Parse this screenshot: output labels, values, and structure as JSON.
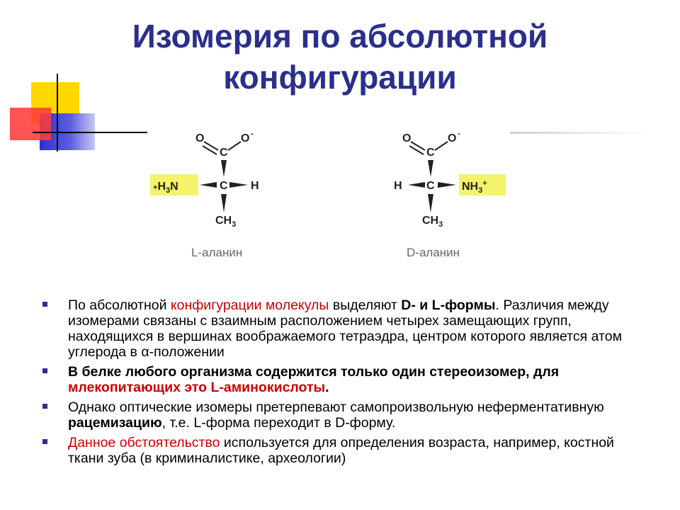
{
  "title": {
    "line1": "Изомерия по абсолютной",
    "line2": "конфигурации"
  },
  "structures": {
    "left": {
      "caption": "L-аланин",
      "carboxyl_o_left": "O",
      "carboxyl_c": "C",
      "carboxyl_o_right": "O",
      "carboxyl_charge": "-",
      "alpha_c": "C",
      "left_group": "+H3N",
      "right_group": "H",
      "bottom_group": "CH3"
    },
    "right": {
      "caption": "D-аланин",
      "carboxyl_o_left": "O",
      "carboxyl_c": "C",
      "carboxyl_o_right": "O",
      "carboxyl_charge": "-",
      "alpha_c": "C",
      "left_group": "H",
      "right_group": "NH3+",
      "bottom_group": "CH3"
    },
    "highlight_color": "#f5f36a"
  },
  "bullets": [
    {
      "p1": "По абсолютной ",
      "p2_red": "конфигурации молекулы",
      "p3": " выделяют ",
      "p4_bold": "D- и L-формы",
      "p5": ". Различия между изомерами связаны с взаимным расположением четырех замещающих групп, находящихся в вершинах воображаемого тетраэдра, центром которого является атом углерода в α-положении"
    },
    {
      "p1_bold": "В белке любого организма содержится только один стереоизомер, для ",
      "p2_red_bold": "млекопитающих это L-аминокислоты",
      "p3_bold": "."
    },
    {
      "p1": "Однако оптические изомеры претерпевают самопроизвольную неферментативную ",
      "p2_bold": "рацемизацию",
      "p3": ", т.е. L-форма переходит в D-форму."
    },
    {
      "p1_red": "Данное обстоятельство",
      "p2": " используется для определения возраста, например, костной ткани зуба (в криминалистике, археологии)"
    }
  ],
  "colors": {
    "title": "#2b2f8c",
    "bullet_marker": "#2b2f8c",
    "accent_red": "#cc0000",
    "deco_yellow": "#ffd700",
    "deco_red": "#ff3b3b",
    "deco_blue": "#2d2fd1"
  }
}
